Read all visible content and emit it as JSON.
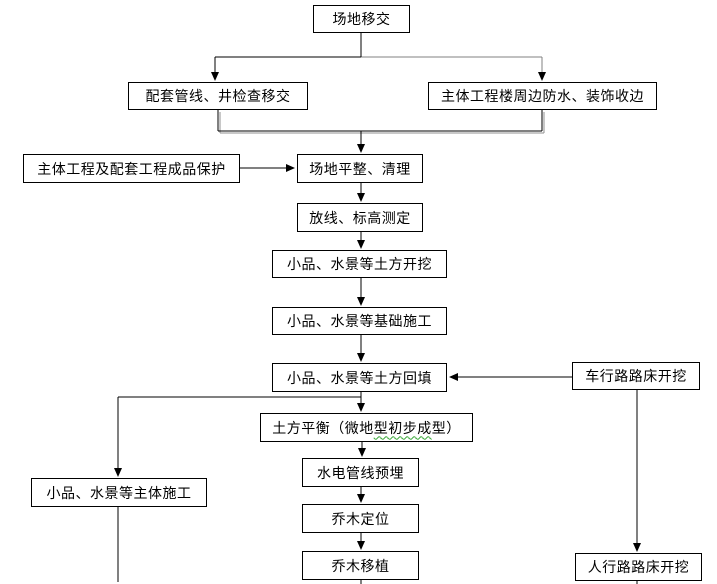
{
  "diagram": {
    "type": "flowchart",
    "colors": {
      "background": "#ffffff",
      "box_border": "#000000",
      "text": "#000000",
      "connector": "#000000",
      "connector_gray": "#808080",
      "spellcheck_underline": "#33a532"
    },
    "nodes": [
      {
        "id": "site-handover",
        "label": "场地移交"
      },
      {
        "id": "utilities-wells-handover",
        "label": "配套管线、井检查移交"
      },
      {
        "id": "building-perimeter-waterproofing",
        "label": "主体工程楼周边防水、装饰收边"
      },
      {
        "id": "finished-product-protection",
        "label": "主体工程及配套工程成品保护"
      },
      {
        "id": "site-leveling-cleanup",
        "label": "场地平整、清理"
      },
      {
        "id": "setting-out-elevation-survey",
        "label": "放线、标高测定"
      },
      {
        "id": "feature-earthwork-excavation",
        "label": "小品、水景等土方开挖"
      },
      {
        "id": "feature-foundation-construction",
        "label": "小品、水景等基础施工"
      },
      {
        "id": "feature-earthwork-backfill",
        "label": "小品、水景等土方回填"
      },
      {
        "id": "vehicular-road-subgrade-excavation",
        "label": "车行路路床开挖"
      },
      {
        "id": "earthwork-balance",
        "label": "土方平衡（微地型初步成型）",
        "label_parts": {
          "pre": "土方平衡（微地",
          "spellcheck_flagged": "型初步成",
          "post": "型）"
        }
      },
      {
        "id": "mep-pipeline-embedding",
        "label": "水电管线预埋"
      },
      {
        "id": "tree-positioning",
        "label": "乔木定位"
      },
      {
        "id": "tree-transplanting",
        "label": "乔木移植"
      },
      {
        "id": "feature-main-body-construction",
        "label": "小品、水景等主体施工"
      },
      {
        "id": "pedestrian-road-subgrade-excavation",
        "label": "人行路路床开挖"
      }
    ],
    "edges": [
      {
        "from": "site-handover",
        "to": "utilities-wells-handover"
      },
      {
        "from": "site-handover",
        "to": "building-perimeter-waterproofing"
      },
      {
        "from": "utilities-wells-handover",
        "to": "site-leveling-cleanup"
      },
      {
        "from": "building-perimeter-waterproofing",
        "to": "site-leveling-cleanup"
      },
      {
        "from": "finished-product-protection",
        "to": "site-leveling-cleanup"
      },
      {
        "from": "site-leveling-cleanup",
        "to": "setting-out-elevation-survey"
      },
      {
        "from": "setting-out-elevation-survey",
        "to": "feature-earthwork-excavation"
      },
      {
        "from": "feature-earthwork-excavation",
        "to": "feature-foundation-construction"
      },
      {
        "from": "feature-foundation-construction",
        "to": "feature-earthwork-backfill"
      },
      {
        "from": "vehicular-road-subgrade-excavation",
        "to": "feature-earthwork-backfill"
      },
      {
        "from": "feature-earthwork-backfill",
        "to": "earthwork-balance"
      },
      {
        "from": "feature-earthwork-backfill",
        "to": "feature-main-body-construction"
      },
      {
        "from": "earthwork-balance",
        "to": "mep-pipeline-embedding"
      },
      {
        "from": "mep-pipeline-embedding",
        "to": "tree-positioning"
      },
      {
        "from": "tree-positioning",
        "to": "tree-transplanting"
      },
      {
        "from": "vehicular-road-subgrade-excavation",
        "to": "pedestrian-road-subgrade-excavation"
      }
    ]
  }
}
